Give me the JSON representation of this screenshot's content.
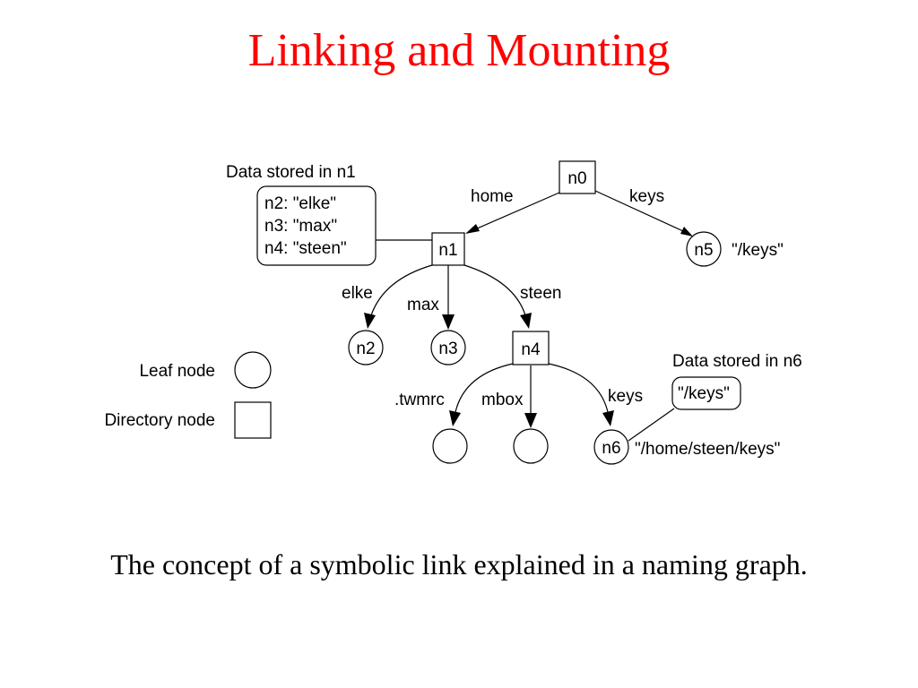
{
  "title": "Linking and Mounting",
  "caption": "The concept of a symbolic link explained in a naming graph.",
  "diagram": {
    "nodes": {
      "n0": "n0",
      "n1": "n1",
      "n2": "n2",
      "n3": "n3",
      "n4": "n4",
      "n5": "n5",
      "n6": "n6"
    },
    "edges": {
      "home": "home",
      "keys_n0": "keys",
      "elke": "elke",
      "max": "max",
      "steen": "steen",
      "twmrc": ".twmrc",
      "mbox": "mbox",
      "keys_n4": "keys"
    },
    "n1_data": {
      "heading": "Data stored in n1",
      "lines": [
        "n2: \"elke\"",
        "n3: \"max\"",
        "n4: \"steen\""
      ]
    },
    "n6_data": {
      "heading": "Data stored in n6",
      "value": "\"/keys\""
    },
    "path_labels": {
      "n5": "\"/keys\"",
      "n6": "\"/home/steen/keys\""
    },
    "legend": {
      "leaf": "Leaf node",
      "directory": "Directory node"
    }
  }
}
